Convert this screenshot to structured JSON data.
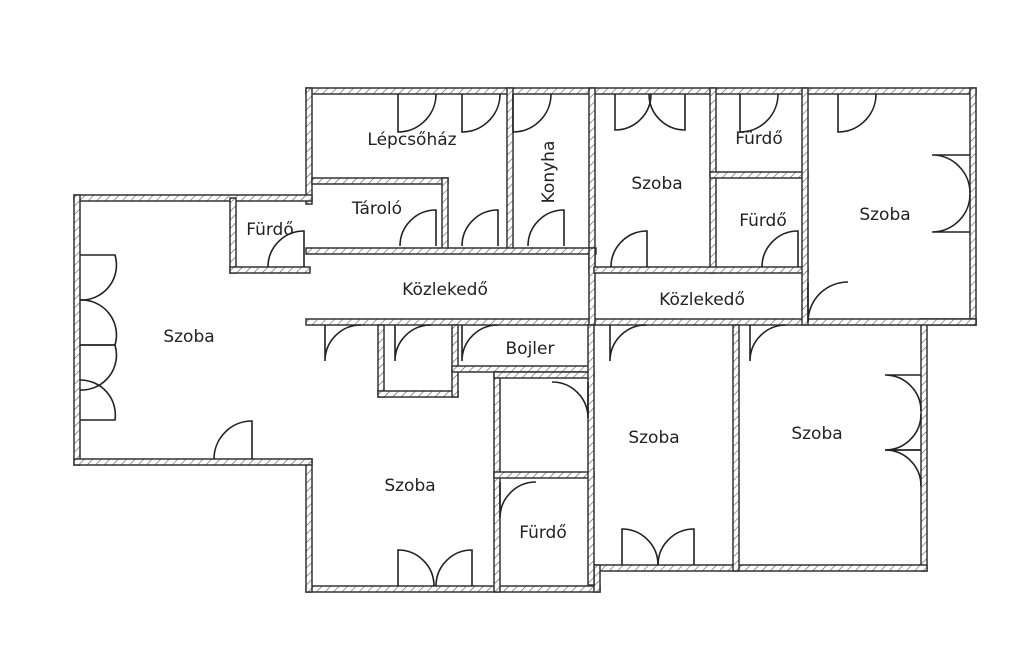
{
  "title": "Floor plan",
  "rooms": {
    "lepcsohaz": "Lépcsőház",
    "konyha": "Konyha",
    "szoba_top_middle": "Szoba",
    "furdo_top_right_1": "Fürdő",
    "furdo_top_right_2": "Fürdő",
    "szoba_top_right": "Szoba",
    "taroló": "Tároló",
    "furdo_left": "Fürdő",
    "kozlekedo_1": "Közlekedő",
    "kozlekedo_2": "Közlekedő",
    "szoba_left": "Szoba",
    "bojler": "Bojler",
    "szoba_bottom_middle": "Szoba",
    "szoba_bottom_right": "Szoba",
    "szoba_bottom_left": "Szoba",
    "furdo_bottom": "Fürdő"
  },
  "colors": {
    "wall": "#333333",
    "door": "#222222",
    "door_frame": "#bbbbbb"
  }
}
